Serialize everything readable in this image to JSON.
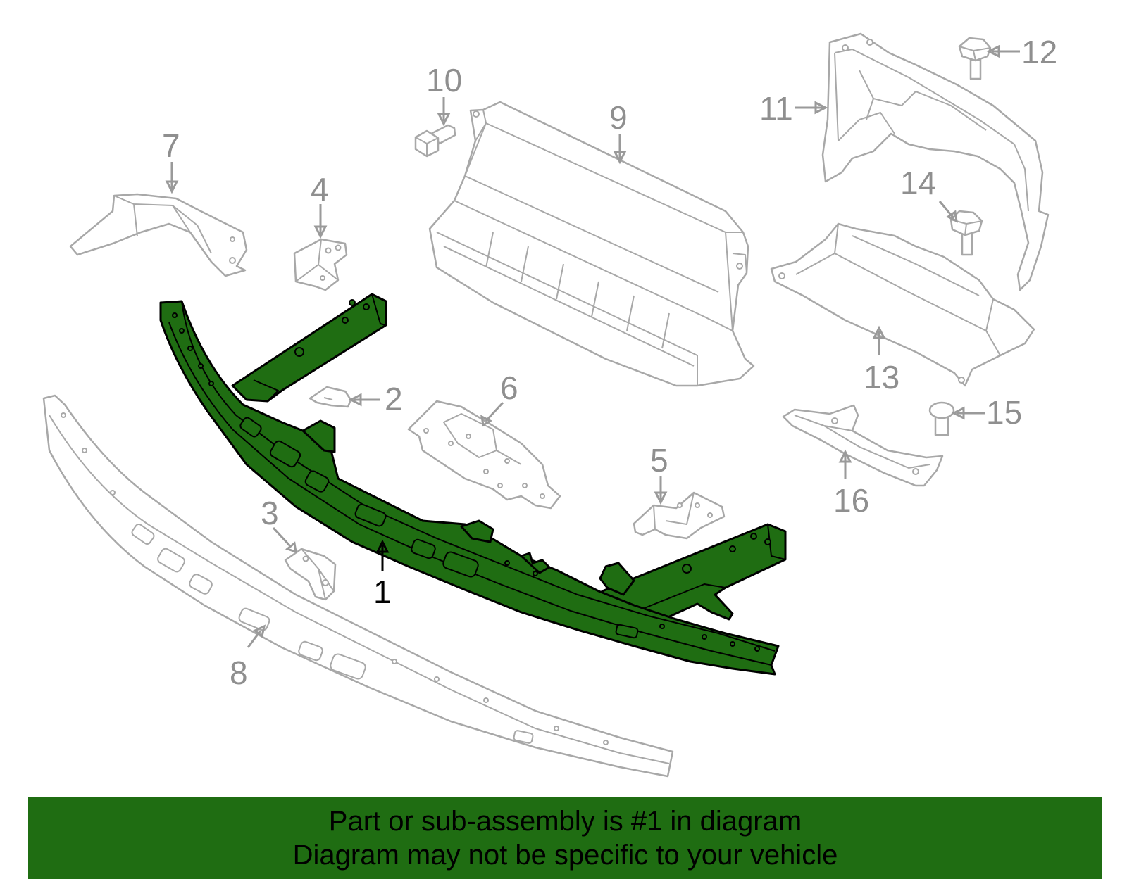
{
  "callouts": {
    "c1": "1",
    "c2": "2",
    "c3": "3",
    "c4": "4",
    "c5": "5",
    "c6": "6",
    "c7": "7",
    "c8": "8",
    "c9": "9",
    "c10": "10",
    "c11": "11",
    "c12": "12",
    "c13": "13",
    "c14": "14",
    "c15": "15",
    "c16": "16"
  },
  "highlighted_part": "1",
  "colors": {
    "highlight_fill": "#1f6d12",
    "highlight_outline": "#000000",
    "part_outline": "#a8a8a8",
    "callout_text": "#8f8f8f",
    "banner_background": "#1f6d12"
  },
  "banner": {
    "line1": "Part or sub-assembly is #1 in diagram",
    "line2": "Diagram may not be specific to your vehicle"
  }
}
